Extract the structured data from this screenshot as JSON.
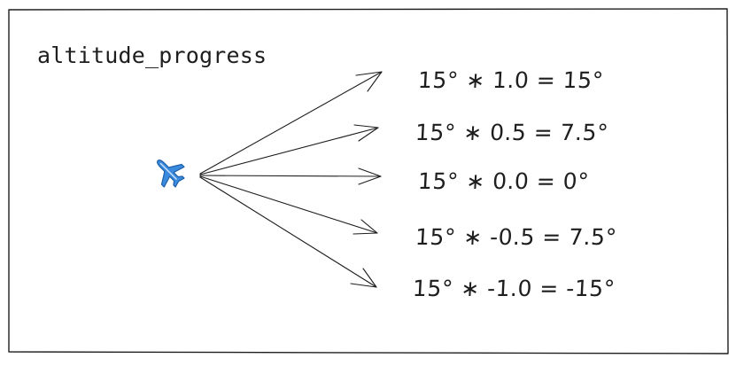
{
  "title": "altitude_progress",
  "source_icon": "airplane-icon",
  "colors": {
    "ink": "#1e1e1e",
    "plane_body": "#3a8be0",
    "plane_dark": "#1f5fa8",
    "background": "#ffffff"
  },
  "equations": [
    {
      "angle": "15°",
      "factor": "1.0",
      "result": "15°",
      "text": "15° ∗ 1.0 = 15°"
    },
    {
      "angle": "15°",
      "factor": "0.5",
      "result": "7.5°",
      "text": "15° ∗ 0.5 = 7.5°"
    },
    {
      "angle": "15°",
      "factor": "0.0",
      "result": "0°",
      "text": "15° ∗ 0.0 = 0°"
    },
    {
      "angle": "15°",
      "factor": "-0.5",
      "result": "7.5°",
      "text": "15° ∗ -0.5 = 7.5°"
    },
    {
      "angle": "15°",
      "factor": "-1.0",
      "result": "-15°",
      "text": "15° ∗ -1.0 = -15°"
    }
  ]
}
